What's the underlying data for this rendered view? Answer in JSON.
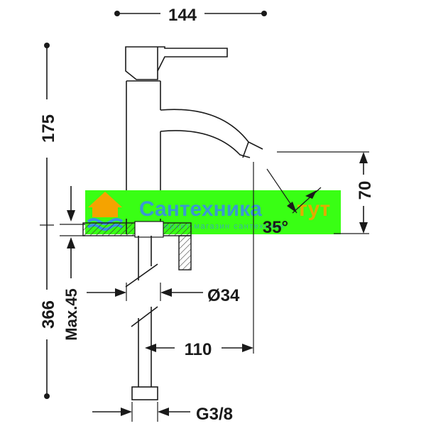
{
  "dimensions": {
    "width_total": "144",
    "height_above_deck": "175",
    "total_length": "366",
    "max_deck_thickness": "Max.45",
    "spout_height": "70",
    "spout_angle": "35°",
    "body_diameter": "Ø34",
    "spout_reach": "110",
    "connection": "G3/8"
  },
  "watermark": {
    "brand_text": "Сантехника тут",
    "brand_text_main": "Сантехника",
    "brand_text_accent": "тут",
    "tagline": "интернет-магазин сантехники",
    "band_color": "#39ff14",
    "text_color": "#3b8fe6",
    "accent_color": "#f5a300"
  },
  "colors": {
    "line": "#1a1a1a",
    "hatch": "#333333"
  }
}
